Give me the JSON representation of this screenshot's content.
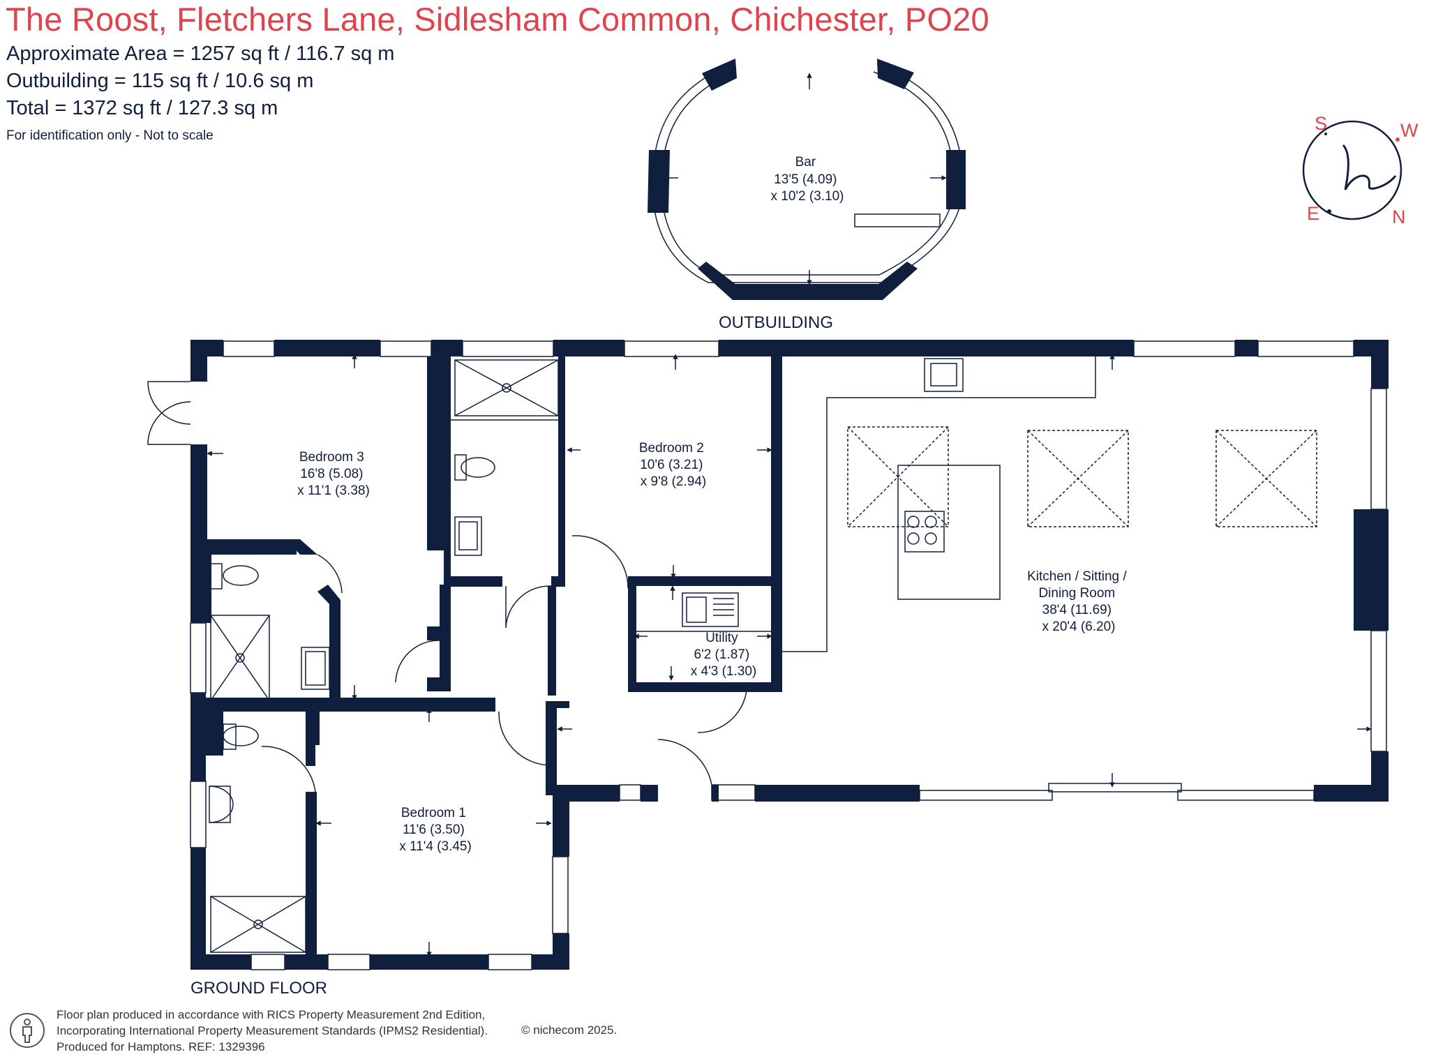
{
  "header": {
    "title": "The Roost, Fletchers Lane, Sidlesham Common, Chichester, PO20",
    "approx_area": "Approximate Area = 1257 sq ft / 116.7 sq m",
    "outbuilding_area": "Outbuilding = 115 sq ft / 10.6 sq m",
    "total_area": "Total = 1372 sq ft / 127.3 sq m",
    "identification": "For identification only - Not to scale"
  },
  "compass": {
    "s": "S",
    "w": "W",
    "e": "E",
    "n": "N"
  },
  "outbuilding": {
    "label": "OUTBUILDING",
    "room": {
      "name": "Bar",
      "dim1": "13'5 (4.09)",
      "dim2": "x 10'2 (3.10)"
    }
  },
  "ground_floor": {
    "label": "GROUND FLOOR",
    "rooms": [
      {
        "name": "Bedroom 3",
        "dim1": "16'8 (5.08)",
        "dim2": "x 11'1 (3.38)"
      },
      {
        "name": "Bedroom 2",
        "dim1": "10'6 (3.21)",
        "dim2": "x 9'8 (2.94)"
      },
      {
        "name": "Utility",
        "dim1": "6'2 (1.87)",
        "dim2": "x 4'3 (1.30)"
      },
      {
        "name": "Kitchen / Sitting /",
        "name2": "Dining Room",
        "dim1": "38'4 (11.69)",
        "dim2": "x 20'4 (6.20)"
      },
      {
        "name": "Bedroom 1",
        "dim1": "11'6 (3.50)",
        "dim2": "x 11'4 (3.45)"
      }
    ]
  },
  "footer": {
    "line1": "Floor plan produced in accordance with RICS Property Measurement 2nd Edition,",
    "line2": "Incorporating International Property Measurement Standards (IPMS2 Residential).",
    "line3": "Produced for Hamptons.   REF:  1329396",
    "copyright": "© nichecom 2025."
  },
  "colors": {
    "wall": "#0f1f3d",
    "accent": "#e0434b"
  },
  "icons": [
    "compass-logo-icon",
    "person-icon"
  ]
}
